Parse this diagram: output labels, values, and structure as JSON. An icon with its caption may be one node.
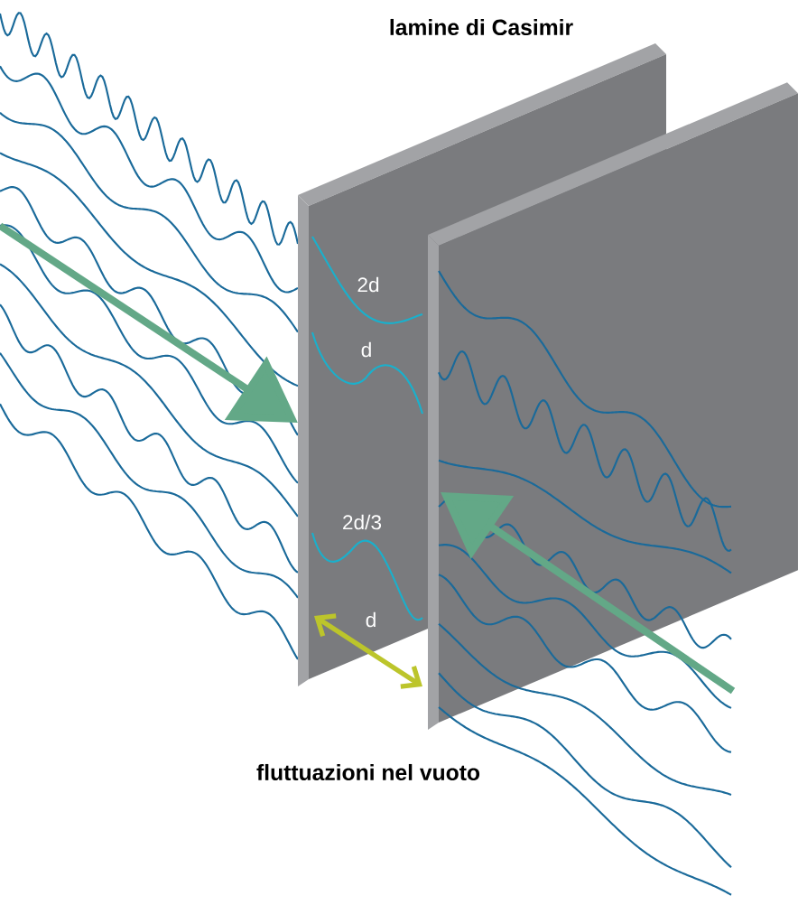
{
  "diagram": {
    "labels": [
      "lamine di Casimir",
      "2d",
      "d",
      "2d/3",
      "d",
      "fluttuazioni nel vuoto"
    ]
  }
}
